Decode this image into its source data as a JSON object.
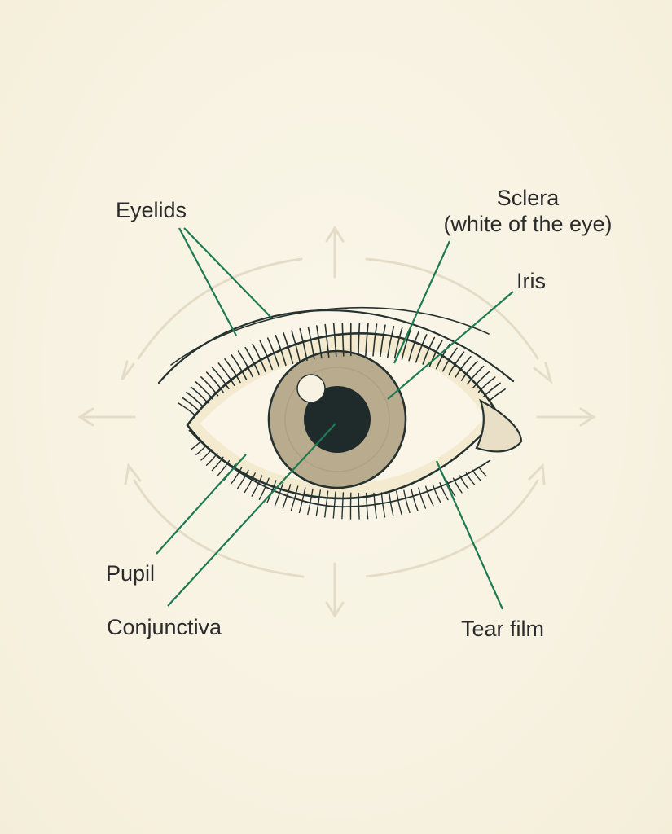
{
  "labels": {
    "eyelids": "Eyelids",
    "sclera_line1": "Sclera",
    "sclera_line2": "(white of the eye)",
    "iris": "Iris",
    "pupil": "Pupil",
    "conjunctiva": "Conjunctiva",
    "tear_film": "Tear film"
  },
  "colors": {
    "background": "#f8f3e3",
    "leader_line": "#1e7a52",
    "iris": "#b9ab8e",
    "pupil": "#1f2b2b",
    "outline": "#253230",
    "arrow": "#e4dcc6"
  }
}
